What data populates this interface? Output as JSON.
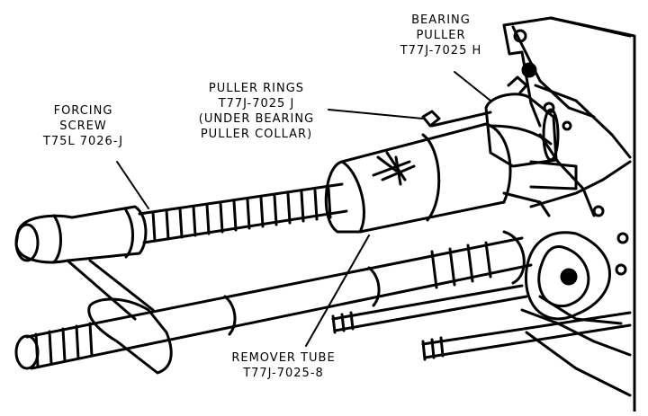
{
  "labels": {
    "bearing_puller": [
      "BEARING",
      "PULLER",
      "T77J-7025 H"
    ],
    "puller_rings": [
      "PULLER RINGS",
      "T77J-7025 J",
      "(UNDER BEARING",
      "PULLER COLLAR)"
    ],
    "forcing_screw": [
      "FORCING",
      "SCREW",
      "T75L 7026-J"
    ],
    "remover_tube": [
      "REMOVER TUBE",
      "T77J-7025-8"
    ]
  }
}
